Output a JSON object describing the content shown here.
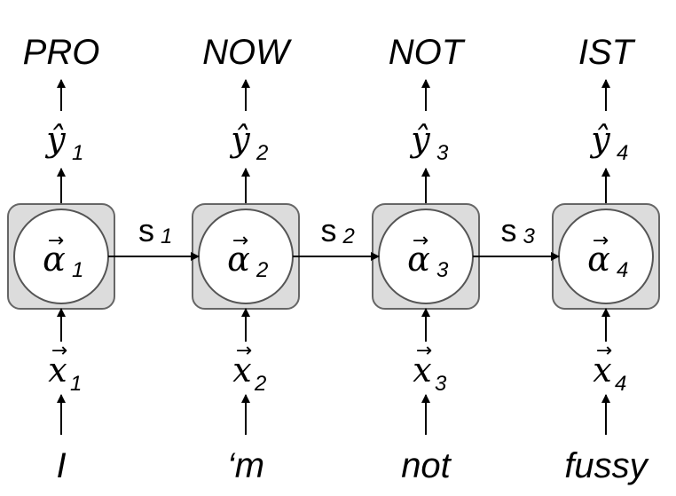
{
  "colors": {
    "cell_fill": "#dcdcdc",
    "cell_stroke": "#666666",
    "circle_fill": "#ffffff",
    "arrow": "#000000"
  },
  "columns": [
    {
      "output_tag": "PRO",
      "y_symbol": "ŷ",
      "y_index": "1",
      "alpha_symbol": "α",
      "alpha_index": "1",
      "x_symbol": "x",
      "x_index": "1",
      "input_word": "I"
    },
    {
      "output_tag": "NOW",
      "y_symbol": "ŷ",
      "y_index": "2",
      "alpha_symbol": "α",
      "alpha_index": "2",
      "x_symbol": "x",
      "x_index": "2",
      "input_word": "‘m"
    },
    {
      "output_tag": "NOT",
      "y_symbol": "ŷ",
      "y_index": "3",
      "alpha_symbol": "α",
      "alpha_index": "3",
      "x_symbol": "x",
      "x_index": "3",
      "input_word": "not"
    },
    {
      "output_tag": "IST",
      "y_symbol": "ŷ",
      "y_index": "4",
      "alpha_symbol": "α",
      "alpha_index": "4",
      "x_symbol": "x",
      "x_index": "4",
      "input_word": "fussy"
    }
  ],
  "states": [
    {
      "symbol": "s",
      "index": "1"
    },
    {
      "symbol": "s",
      "index": "2"
    },
    {
      "symbol": "s",
      "index": "3"
    }
  ],
  "vector_mark": "→"
}
